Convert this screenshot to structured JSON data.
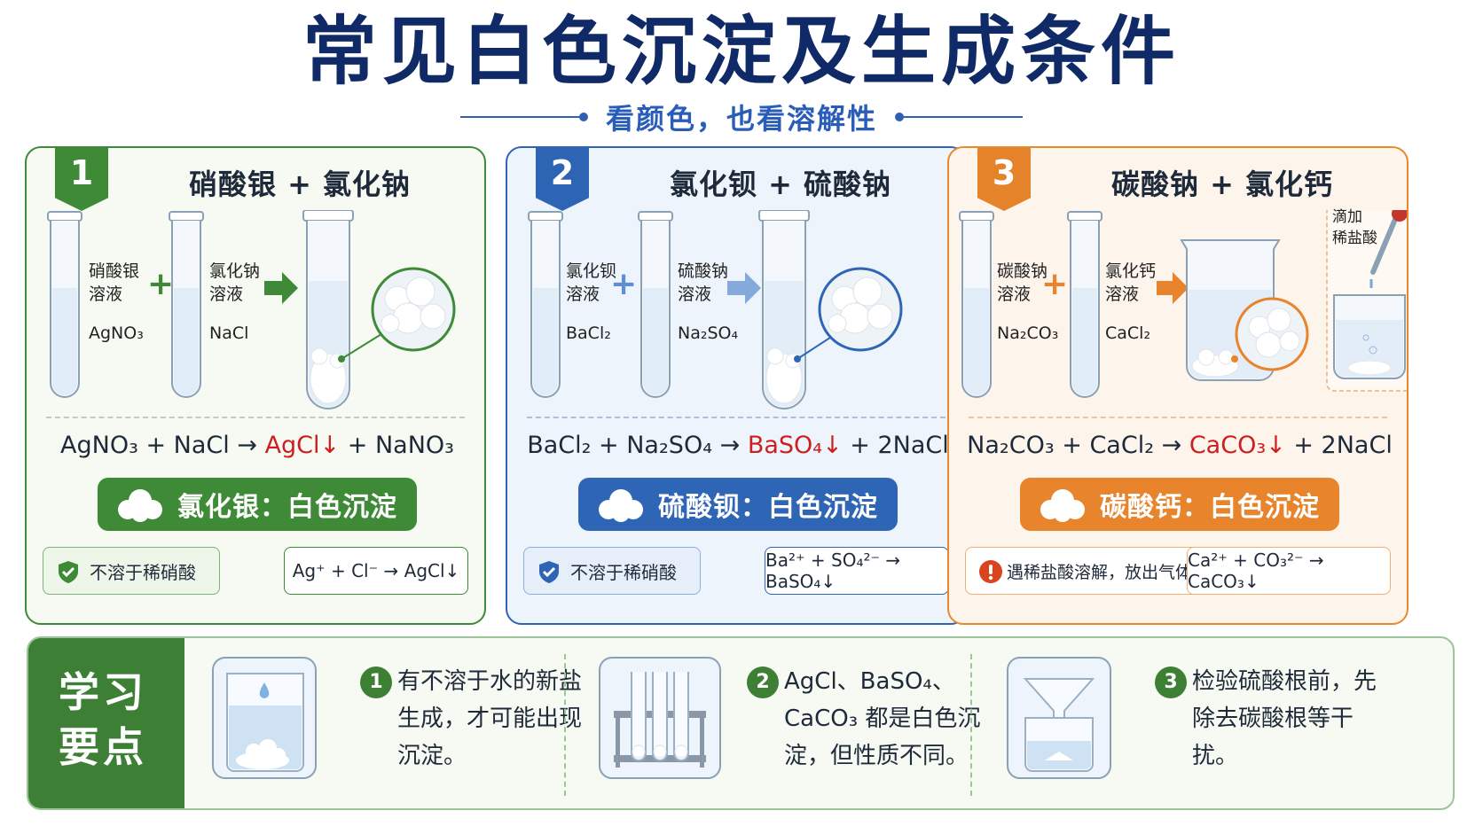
{
  "header": {
    "title": "常见白色沉淀及生成条件",
    "subtitle": "看颜色，也看溶解性"
  },
  "colors": {
    "green": "#3e8a36",
    "blue": "#2e66b5",
    "orange": "#e8842b",
    "title": "#0f2a66",
    "highlight_red": "#cc1f1f"
  },
  "panels": [
    {
      "number": "1",
      "title": "硝酸银 + 氯化钠",
      "tube1_name": "硝酸银\n溶液",
      "tube1_formula": "AgNO₃",
      "tube2_name": "氯化钠\n溶液",
      "tube2_formula": "NaCl",
      "equation_left": "AgNO₃ + NaCl → ",
      "equation_product": "AgCl↓",
      "equation_right": " + NaNO₃",
      "result": "氯化银：白色沉淀",
      "note_left": "不溶于稀硝酸",
      "note_left_icon": "shield-check-icon",
      "note_right": "Ag⁺ + Cl⁻ → AgCl↓"
    },
    {
      "number": "2",
      "title": "氯化钡 + 硫酸钠",
      "tube1_name": "氯化钡\n溶液",
      "tube1_formula": "BaCl₂",
      "tube2_name": "硫酸钠\n溶液",
      "tube2_formula": "Na₂SO₄",
      "equation_left": "BaCl₂ + Na₂SO₄ → ",
      "equation_product": "BaSO₄↓",
      "equation_right": " + 2NaCl",
      "result": "硫酸钡：白色沉淀",
      "note_left": "不溶于稀硝酸",
      "note_left_icon": "shield-check-icon",
      "note_right": "Ba²⁺ + SO₄²⁻ → BaSO₄↓"
    },
    {
      "number": "3",
      "title": "碳酸钠 + 氯化钙",
      "tube1_name": "碳酸钠\n溶液",
      "tube1_formula": "Na₂CO₃",
      "tube2_name": "氯化钙\n溶液",
      "tube2_formula": "CaCl₂",
      "dropper_label": "滴加\n稀盐酸",
      "equation_left": "Na₂CO₃ + CaCl₂ → ",
      "equation_product": "CaCO₃↓",
      "equation_right": " + 2NaCl",
      "result": "碳酸钙：白色沉淀",
      "note_left": "遇稀盐酸溶解，放出气体",
      "note_left_icon": "alert-icon",
      "note_right": "Ca²⁺ + CO₃²⁻ → CaCO₃↓"
    }
  ],
  "key_points": {
    "heading": "学习要点",
    "items": [
      {
        "number": "1",
        "text": "有不溶于水的新盐生成，才可能出现沉淀。",
        "icon": "beaker-precipitate-icon"
      },
      {
        "number": "2",
        "text": "AgCl、BaSO₄、CaCO₃ 都是白色沉淀，但性质不同。",
        "icon": "test-tube-rack-icon"
      },
      {
        "number": "3",
        "text": "检验硫酸根前，先除去碳酸根等干扰。",
        "icon": "funnel-filter-icon"
      }
    ]
  }
}
